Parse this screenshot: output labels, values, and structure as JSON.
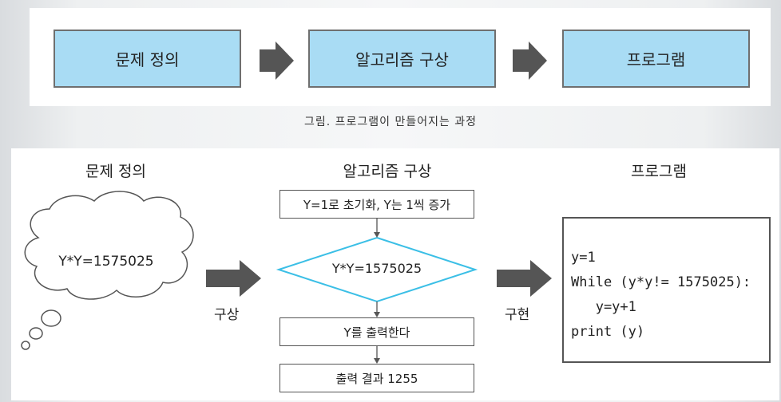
{
  "top": {
    "stages": [
      "문제 정의",
      "알고리즘 구상",
      "프로그램"
    ],
    "caption": "그림. 프로그램이 만들어지는 과정"
  },
  "bottom": {
    "headings": [
      "문제 정의",
      "알고리즘 구상",
      "프로그램"
    ],
    "cloud_text": "Y*Y=1575025",
    "arrow_label_left": "구상",
    "arrow_label_right": "구현",
    "flow": {
      "init": "Y=1로 초기화, Y는 1씩 증가",
      "condition": "Y*Y=1575025",
      "output": "Y를 출력한다",
      "result": "출력 결과 1255"
    },
    "code_lines": [
      "y=1",
      "While (y*y!= 1575025):",
      "   y=y+1",
      "print (y)"
    ]
  },
  "colors": {
    "stage_fill": "#a9dcf4",
    "arrow_gray": "#555555",
    "diamond_stroke": "#3bbfe6"
  }
}
